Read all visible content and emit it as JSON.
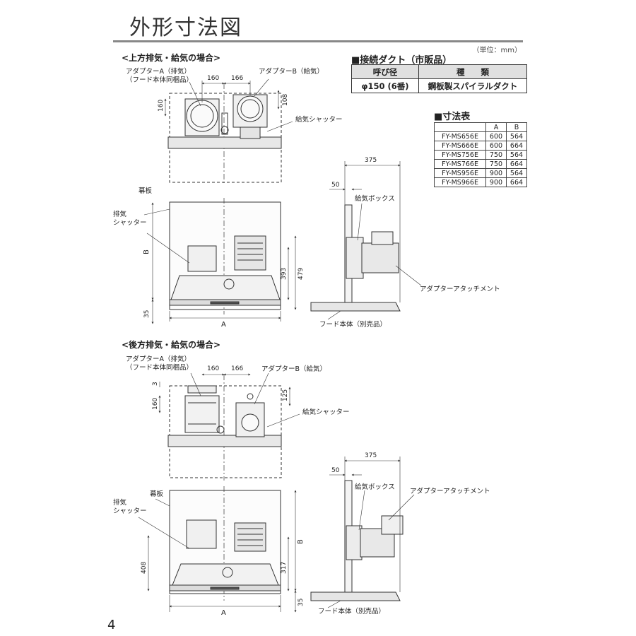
{
  "page": {
    "title": "外形寸法図",
    "unit": "（単位：mm）",
    "page_number": "4"
  },
  "duct_section": {
    "heading": "■接続ダクト（市販品）",
    "headers": [
      "呼び径",
      "種　　類"
    ],
    "row": [
      "φ150 (6番)",
      "鋼板製スパイラルダクト"
    ]
  },
  "dimension_section": {
    "heading": "■寸法表",
    "headers": [
      "",
      "A",
      "B"
    ],
    "rows": [
      [
        "FY-MS656E",
        "600",
        "564"
      ],
      [
        "FY-MS666E",
        "600",
        "664"
      ],
      [
        "FY-MS756E",
        "750",
        "564"
      ],
      [
        "FY-MS766E",
        "750",
        "664"
      ],
      [
        "FY-MS956E",
        "900",
        "564"
      ],
      [
        "FY-MS966E",
        "900",
        "664"
      ]
    ]
  },
  "top_case": {
    "heading": "<上方排気・給気の場合>",
    "adapter_a": "アダプターA（排気）",
    "adapter_a_note": "（フード本体同梱品）",
    "adapter_b": "アダプターB（給気）",
    "supply_shutter": "給気シャッター",
    "dim_160w": "160",
    "dim_166": "166",
    "dim_160h": "160",
    "dim_108": "108",
    "makuita": "幕板",
    "exhaust_shutter_1": "排気",
    "exhaust_shutter_2": "シャッター",
    "dim_b": "B",
    "dim_393": "393",
    "dim_479": "479",
    "dim_35": "35",
    "dim_a": "A",
    "dim_375": "375",
    "dim_50": "50",
    "supply_box": "給気ボックス",
    "attachment": "アダプターアタッチメント",
    "hood_body": "フード本体（別売品）"
  },
  "rear_case": {
    "heading": "<後方排気・給気の場合>",
    "adapter_a": "アダプターA（排気）",
    "adapter_a_note": "（フード本体同梱品）",
    "adapter_b": "アダプターB（給気）",
    "supply_shutter": "給気シャッター",
    "dim_160w": "160",
    "dim_166": "166",
    "dim_3": "3",
    "dim_160h": "160",
    "dim_125": "125",
    "makuita": "幕板",
    "exhaust_shutter_1": "排気",
    "exhaust_shutter_2": "シャッター",
    "dim_b": "B",
    "dim_408": "408",
    "dim_317": "317",
    "dim_35": "35",
    "dim_a": "A",
    "dim_375": "375",
    "dim_50": "50",
    "supply_box": "給気ボックス",
    "attachment": "アダプターアタッチメント",
    "hood_body": "フード本体（別売品）"
  }
}
